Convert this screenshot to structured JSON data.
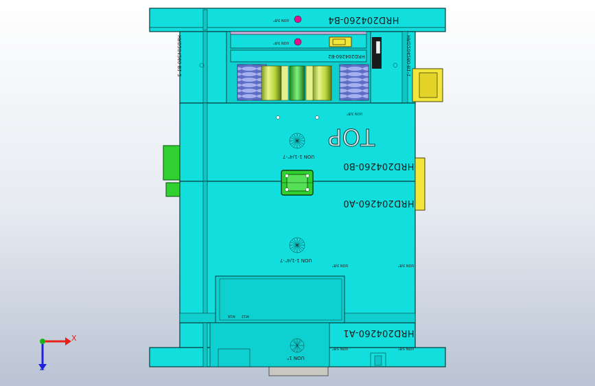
{
  "plates": {
    "top_clamp": "HRD204260-B4",
    "ejector_retainer": "HRD204260-B2",
    "side_left": "HRD204260-B1-2",
    "side_right": "HRD204260-B1-1",
    "cavity_plate": "HRD204260-B0",
    "core_plate": "HRD204260-A0",
    "bottom_plate": "HRD204260-A1"
  },
  "markings": {
    "top": "TOP",
    "thread_upper": "UON 1-1/4\"-7",
    "thread_middle": "UON 1-1/4\"-7",
    "thread_bottom": "UON 1\"",
    "small_uon": "UON 3/8\"",
    "small_m": "M16",
    "small_m2": "M12"
  },
  "axes": {
    "x_label": "X",
    "z_label": "Z",
    "x_color": "#e8201a",
    "y_color": "#19b219",
    "z_color": "#2020e0"
  },
  "colors": {
    "background_top": "#ffffff",
    "background_bottom": "#b9c3d3",
    "plate": "#12dede",
    "outline": "#0b3b3b",
    "spring": "#7f8ad6",
    "pin": "#b9d93a",
    "yellow": "#f2e63a",
    "green": "#2fd02f"
  }
}
